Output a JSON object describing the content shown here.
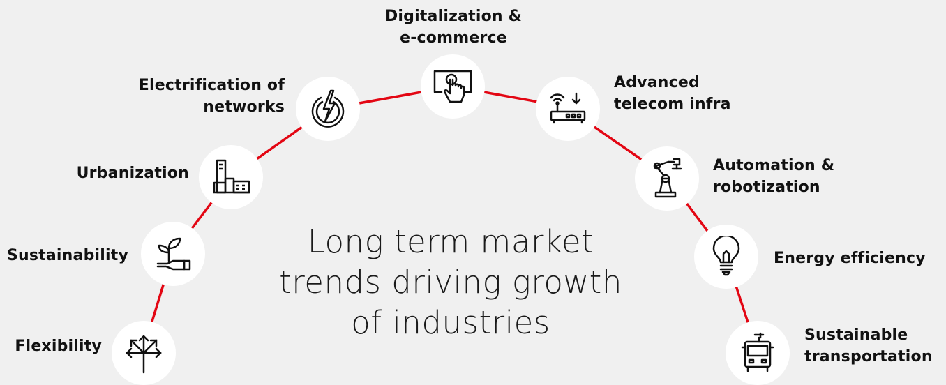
{
  "title_lines": [
    "Long term market",
    "trends driving growth",
    "of industries"
  ],
  "accent_color": "#e30613",
  "trends": [
    {
      "key": "flexibility",
      "icon": "arrows-spread-icon",
      "lines": [
        "Flexibility"
      ]
    },
    {
      "key": "sustainability",
      "icon": "plant-hand-icon",
      "lines": [
        "Sustainability"
      ]
    },
    {
      "key": "urbanization",
      "icon": "buildings-icon",
      "lines": [
        "Urbanization"
      ]
    },
    {
      "key": "electrification",
      "icon": "power-bolt-icon",
      "lines": [
        "Electrification of",
        "networks"
      ]
    },
    {
      "key": "digitalization",
      "icon": "touchscreen-icon",
      "lines": [
        "Digitalization &",
        "e-commerce"
      ]
    },
    {
      "key": "telecom",
      "icon": "router-icon",
      "lines": [
        "Advanced",
        "telecom infra"
      ]
    },
    {
      "key": "automation",
      "icon": "robot-arm-icon",
      "lines": [
        "Automation &",
        "robotization"
      ]
    },
    {
      "key": "energy",
      "icon": "lightbulb-icon",
      "lines": [
        "Energy efficiency"
      ]
    },
    {
      "key": "transport",
      "icon": "bus-icon",
      "lines": [
        "Sustainable",
        "transportation"
      ]
    }
  ]
}
